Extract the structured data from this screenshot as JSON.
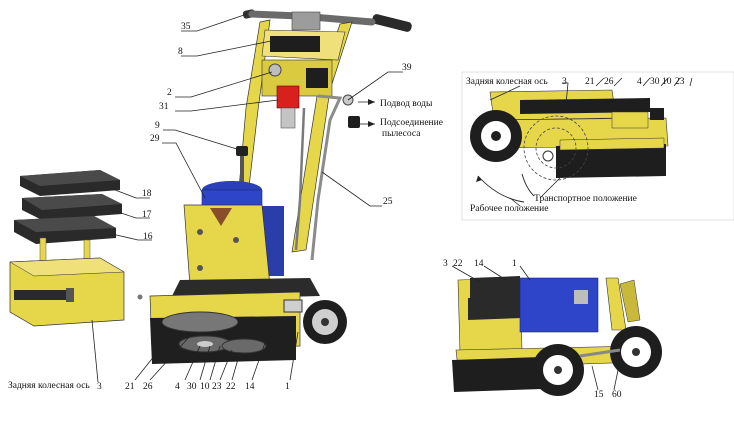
{
  "colors": {
    "yellow": "#e6d64a",
    "yellow_dark": "#b8a92a",
    "black": "#1e1e1e",
    "blue_motor": "#2f45c9",
    "red_valve": "#d8201d",
    "grey": "#9a9a9a",
    "grey_light": "#d8d8d8"
  },
  "main": {
    "callouts": {
      "c35": "35",
      "c8": "8",
      "c2": "2",
      "c31": "31",
      "c9": "9",
      "c29": "29",
      "c39": "39",
      "c25": "25",
      "c18": "18",
      "c17": "17",
      "c16": "16",
      "c3": "3",
      "c21": "21",
      "c26": "26",
      "c4": "4",
      "c30": "30",
      "c10": "10",
      "c23": "23",
      "c22": "22",
      "c14": "14",
      "c1": "1"
    },
    "water_label": "Подвод воды",
    "vacuum_label_1": "Подсоединение",
    "vacuum_label_2": "пылесоса",
    "rear_axle_label": "Задняя колесная ось"
  },
  "inset_top": {
    "rear_axle_label": "Задняя колесная ось",
    "callouts": {
      "c3": "3",
      "c21": "21",
      "c26": "26",
      "c4": "4",
      "c30": "30",
      "c10": "10",
      "c23": "23"
    },
    "transport_label": "Транспортное положение",
    "working_label": "Рабочее положение"
  },
  "inset_bottom": {
    "callouts": {
      "c3": "3",
      "c22": "22",
      "c14": "14",
      "c1": "1",
      "c15": "15",
      "c60": "60"
    }
  }
}
